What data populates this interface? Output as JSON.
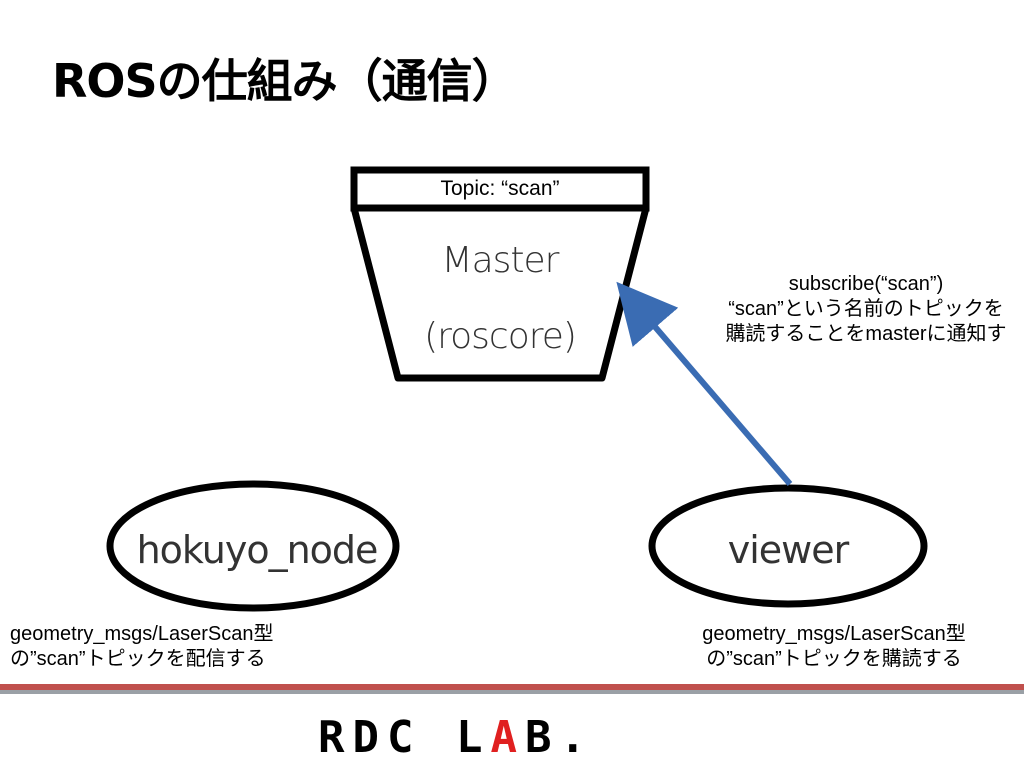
{
  "slide": {
    "title": "ROSの仕組み（通信）"
  },
  "diagram": {
    "master": {
      "topic_label": "Topic: “scan”",
      "name_line1": "Master",
      "name_line2": "(roscore)"
    },
    "nodes": {
      "hokuyo": {
        "label": "hokuyo_node"
      },
      "viewer": {
        "label": "viewer"
      }
    },
    "subscribe_note": {
      "line1": "subscribe(“scan”)",
      "line2": "“scan”という名前のトピックを",
      "line3": "購読することをmasterに通知す"
    },
    "publisher_note": "geometry_msgs/LaserScan型の”scan”トピックを配信する",
    "subscriber_note": "geometry_msgs/LaserScan型の”scan”トピックを購読する",
    "arrow_color": "#3a6cb3",
    "stroke_color": "#000000"
  },
  "footer": {
    "logo_text_1": "RDC L",
    "logo_accent": "A",
    "logo_text_2": "B.",
    "band_color": "#c0504d"
  }
}
